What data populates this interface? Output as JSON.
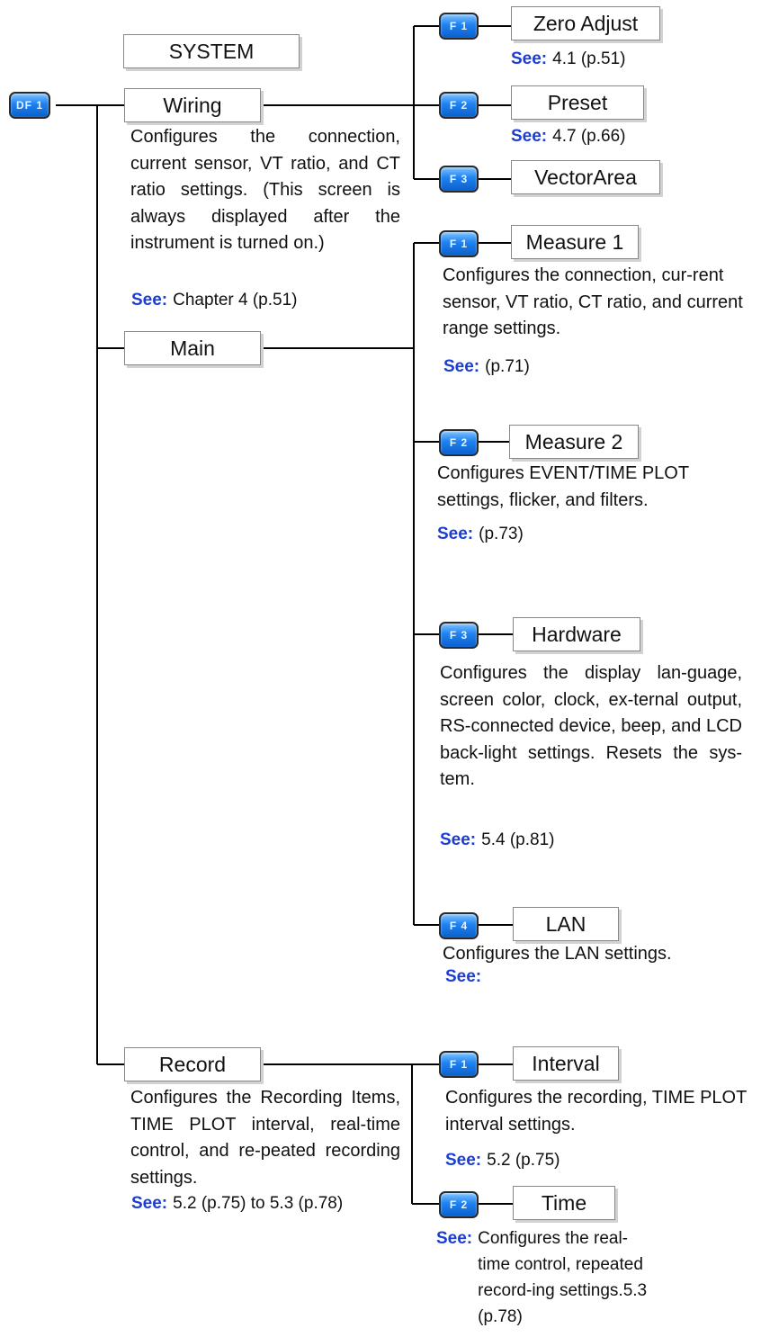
{
  "title": "SYSTEM",
  "see_label": "See:",
  "keys": {
    "df1": "DF 1",
    "f1": "F 1",
    "f2": "F 2",
    "f3": "F 3",
    "f4": "F 4"
  },
  "wiring": {
    "label": "Wiring",
    "description": "Configures the connection, current sensor, VT ratio, and CT ratio settings. (This screen is always displayed after the instrument is turned on.)",
    "see": "Chapter 4 (p.51)",
    "children": {
      "zero_adjust": {
        "label": "Zero Adjust",
        "see": "4.1 (p.51)"
      },
      "preset": {
        "label": "Preset",
        "see": "4.7 (p.66)"
      },
      "vector_area": {
        "label": "VectorArea"
      }
    }
  },
  "main": {
    "label": "Main",
    "children": {
      "measure1": {
        "label": "Measure 1",
        "description": "Configures the connection, cur-rent sensor, VT ratio, CT ratio, and current range settings.",
        "see": "(p.71)"
      },
      "measure2": {
        "label": "Measure 2",
        "description": "Configures EVENT/TIME PLOT settings, flicker, and filters.",
        "see": "(p.73)"
      },
      "hardware": {
        "label": "Hardware",
        "description": "Configures the display lan-guage, screen color, clock, ex-ternal output, RS-connected device, beep, and LCD back-light settings. Resets the sys-tem.",
        "see": "5.4 (p.81)"
      },
      "lan": {
        "label": "LAN",
        "description": "Configures the LAN settings.",
        "see": ""
      }
    }
  },
  "record": {
    "label": "Record",
    "description": "Configures the Recording Items, TIME PLOT interval, real-time control, and re-peated recording settings.",
    "see": "5.2 (p.75) to 5.3 (p.78)",
    "children": {
      "interval": {
        "label": "Interval",
        "description": "Configures the recording, TIME PLOT interval settings.",
        "see": "5.2 (p.75)"
      },
      "time": {
        "label": "Time",
        "see": "Configures the real-time control, repeated record-ing settings.5.3 (p.78)"
      }
    }
  }
}
